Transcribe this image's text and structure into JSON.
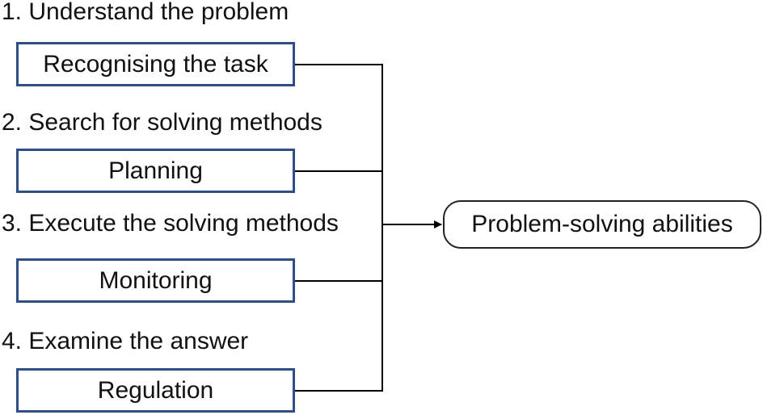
{
  "steps": [
    {
      "label": "1. Understand the problem",
      "stage": "Recognising the task"
    },
    {
      "label": "2. Search for solving methods",
      "stage": "Planning"
    },
    {
      "label": "3. Execute the solving methods",
      "stage": "Monitoring"
    },
    {
      "label": "4. Examine the answer",
      "stage": "Regulation"
    }
  ],
  "result": {
    "label": "Problem-solving abilities"
  },
  "colors": {
    "box_border": "#2e4f86",
    "line": "#000000"
  }
}
